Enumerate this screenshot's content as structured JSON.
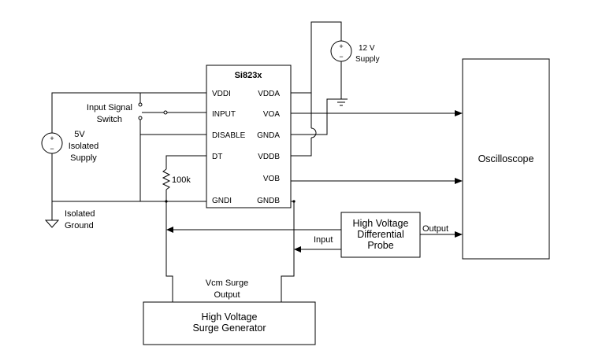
{
  "chip": {
    "name": "Si823x",
    "left_pins": [
      "VDDI",
      "INPUT",
      "DISABLE",
      "DT",
      "GNDI"
    ],
    "right_pins": [
      "VDDA",
      "VOA",
      "GNDA",
      "VDDB",
      "VOB",
      "GNDB"
    ]
  },
  "supply_12v": {
    "line1": "12 V",
    "line2": "Supply"
  },
  "supply_5v": {
    "line1": "5V",
    "line2": "Isolated",
    "line3": "Supply"
  },
  "input_switch": {
    "line1": "Input Signal",
    "line2": "Switch"
  },
  "ground_label": {
    "line1": "Isolated",
    "line2": "Ground"
  },
  "resistor": {
    "label": "100k"
  },
  "oscilloscope": {
    "label": "Oscilloscope"
  },
  "probe": {
    "line1": "High Voltage",
    "line2": "Differential",
    "line3": "Probe"
  },
  "probe_ports": {
    "input": "Input",
    "output": "Output"
  },
  "vcm": {
    "line1": "Vcm Surge",
    "line2": "Output"
  },
  "generator": {
    "line1": "High Voltage",
    "line2": "Surge Generator"
  },
  "polarity": {
    "plus": "+",
    "minus": "−"
  }
}
